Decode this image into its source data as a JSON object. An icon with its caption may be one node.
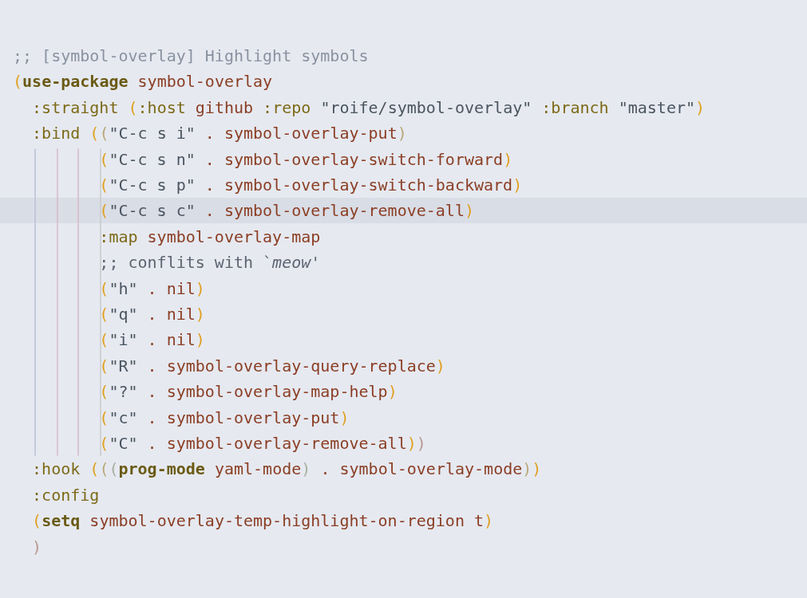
{
  "diagram": {
    "labels": [
      ";; [symbol-overlay] Highlight symbols",
      "(use-package symbol-overlay",
      ":straight (:host github :repo \"roife/symbol-overlay\" :branch \"master\")",
      ":bind ((\"C-c s i\" . symbol-overlay-put)",
      "(\"C-c s n\" . symbol-overlay-switch-forward)",
      "(\"C-c s p\" . symbol-overlay-switch-backward)",
      "(\"C-c s c\" . symbol-overlay-remove-all)",
      ":map symbol-overlay-map",
      ";; conflits with `*meow*'",
      "(\"h\" . nil)",
      "(\"q\" . nil)",
      "(\"i\" . nil)",
      "(\"R\" . symbol-overlay-query-replace)",
      "(\"?\" . symbol-overlay-map-help)",
      "(\"c\" . symbol-overlay-put)",
      "(\"C\" . symbol-overlay-remove-all))",
      ":hook (((prog-mode yaml-mode) . symbol-overlay-mode))",
      ":config",
      "(setq symbol-overlay-temp-highlight-on-region t)",
      ")"
    ]
  }
}
